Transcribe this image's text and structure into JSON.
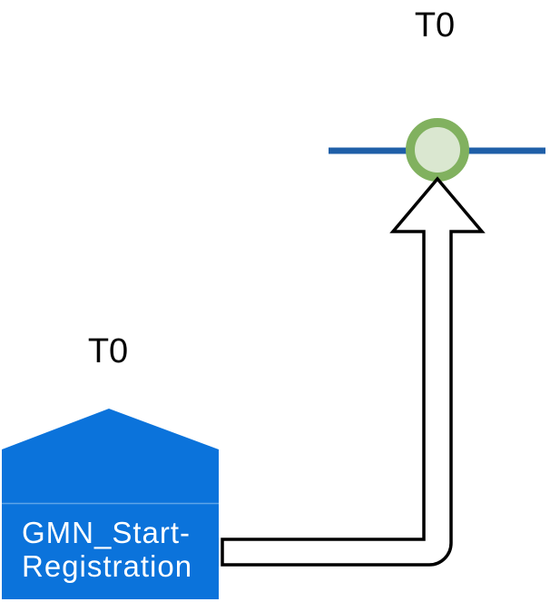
{
  "diagram": {
    "timeline": {
      "time_label": "T0"
    },
    "start_node": {
      "time_label": "T0",
      "label_line1": "GMN_Start-",
      "label_line2": "Registration"
    },
    "colors": {
      "background": "#FFFFFF",
      "node_fill": "#0B73DB",
      "node_divider": "#5EA4E8",
      "node_text": "#FFFFFF",
      "timeline_line": "#1F5FA8",
      "event_ring": "#81B15F",
      "event_fill": "#DAE7D0",
      "connector_stroke": "#000000",
      "connector_fill": "#FFFFFF",
      "label_text": "#000000"
    }
  }
}
